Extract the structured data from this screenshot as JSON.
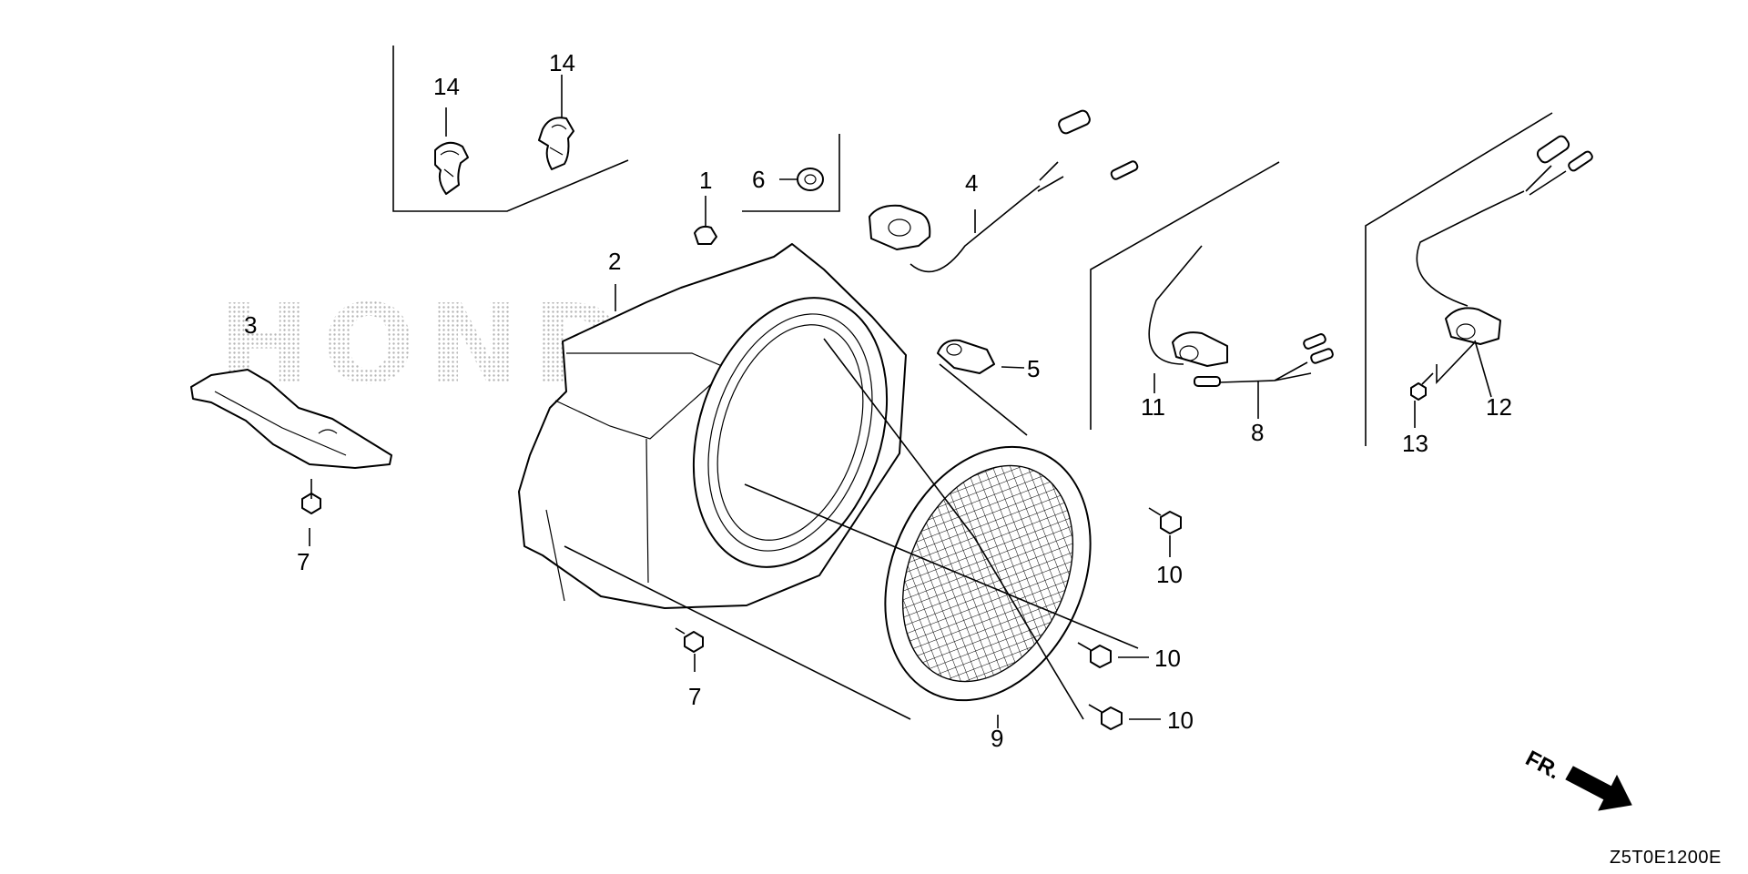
{
  "watermark": "HONDA",
  "diagram_code": "Z5T0E1200E",
  "front_marker": "FR.",
  "callouts": {
    "c1": "1",
    "c2": "2",
    "c3": "3",
    "c4": "4",
    "c5": "5",
    "c6": "6",
    "c7a": "7",
    "c7b": "7",
    "c8": "8",
    "c9": "9",
    "c10a": "10",
    "c10b": "10",
    "c10c": "10",
    "c11": "11",
    "c12": "12",
    "c13": "13",
    "c14a": "14",
    "c14b": "14"
  }
}
